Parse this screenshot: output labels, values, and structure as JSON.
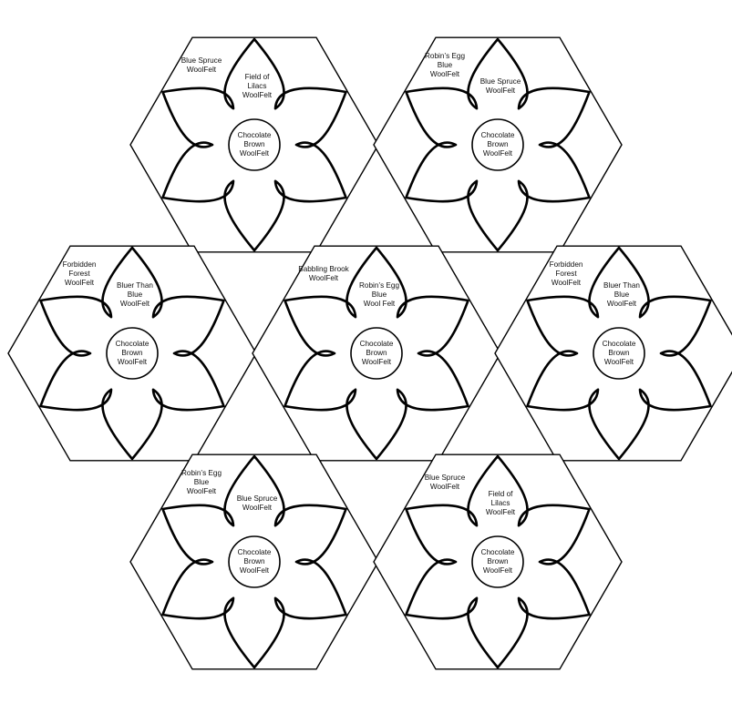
{
  "blocks": [
    {
      "id": "top-left",
      "background": [
        "Blue Spruce",
        "WoolFelt"
      ],
      "petal": [
        "Field of",
        "Lilacs",
        "WoolFelt"
      ],
      "center": [
        "Chocolate",
        "Brown",
        "WoolFelt"
      ]
    },
    {
      "id": "top-right",
      "background": [
        "Robin’s Egg",
        "Blue",
        "WoolFelt"
      ],
      "petal": [
        "Blue Spruce",
        "WoolFelt"
      ],
      "center": [
        "Chocolate",
        "Brown",
        "WoolFelt"
      ]
    },
    {
      "id": "middle-left",
      "background": [
        "Forbidden",
        "Forest",
        "WoolFelt"
      ],
      "petal": [
        "Bluer Than",
        "Blue",
        "WoolFelt"
      ],
      "center": [
        "Chocolate",
        "Brown",
        "WoolFelt"
      ]
    },
    {
      "id": "middle-center",
      "background": [
        "Babbling Brook",
        "WoolFelt"
      ],
      "petal": [
        "Robin’s Egg",
        "Blue",
        "Wool Felt"
      ],
      "center": [
        "Chocolate",
        "Brown",
        "WoolFelt"
      ]
    },
    {
      "id": "middle-right",
      "background": [
        "Forbidden",
        "Forest",
        "WoolFelt"
      ],
      "petal": [
        "Bluer Than",
        "Blue",
        "WoolFelt"
      ],
      "center": [
        "Chocolate",
        "Brown",
        "WoolFelt"
      ]
    },
    {
      "id": "bottom-left",
      "background": [
        "Robin’s Egg",
        "Blue",
        "WoolFelt"
      ],
      "petal": [
        "Blue Spruce",
        "WoolFelt"
      ],
      "center": [
        "Chocolate",
        "Brown",
        "WoolFelt"
      ]
    },
    {
      "id": "bottom-right",
      "background": [
        "Blue Spruce",
        "WoolFelt"
      ],
      "petal": [
        "Field of",
        "Lilacs",
        "WoolFelt"
      ],
      "center": [
        "Chocolate",
        "Brown",
        "WoolFelt"
      ]
    }
  ]
}
